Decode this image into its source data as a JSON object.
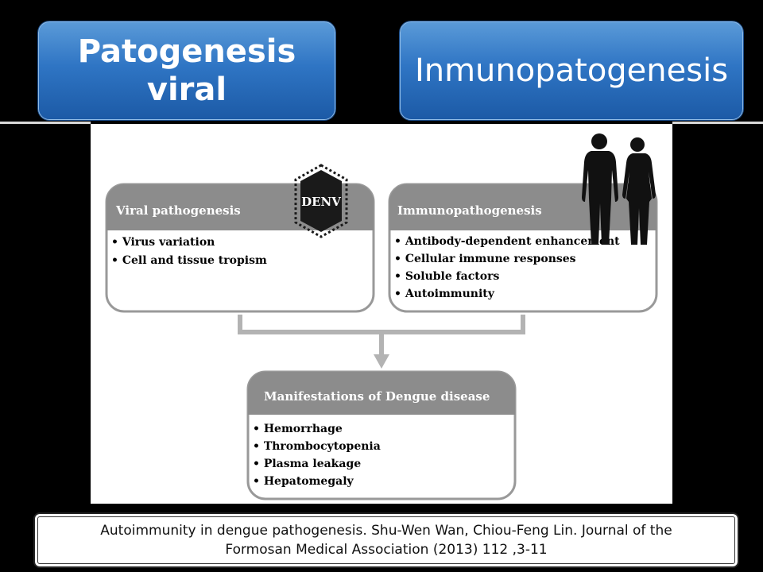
{
  "header": {
    "left_button": {
      "line1": "Patogenesis",
      "line2": "viral"
    },
    "right_button": "Inmunopatogenesis"
  },
  "diagram": {
    "viral_box": {
      "title": "Viral pathogenesis",
      "items": [
        "• Virus variation",
        "• Cell and tissue tropism"
      ]
    },
    "badge": "DENV",
    "immuno_box": {
      "title": "Immunopathogenesis",
      "items": [
        "• Antibody-dependent enhancement",
        "• Cellular immune responses",
        "• Soluble factors",
        "• Autoimmunity"
      ]
    },
    "manifest_box": {
      "title": "Manifestations of Dengue disease",
      "items": [
        "• Hemorrhage",
        "• Thrombocytopenia",
        "• Plasma leakage",
        "• Hepatomegaly"
      ]
    },
    "colors": {
      "title_bar": "#8c8c8c",
      "box_border": "#999999",
      "connector": "#b3b3b3",
      "badge": "#1a1a1a"
    }
  },
  "citation": {
    "line1": "Autoimmunity in dengue pathogenesis. Shu-Wen Wan, Chiou-Feng Lin. Journal of the",
    "line2": "Formosan Medical Association (2013) 112 ,3-11"
  }
}
